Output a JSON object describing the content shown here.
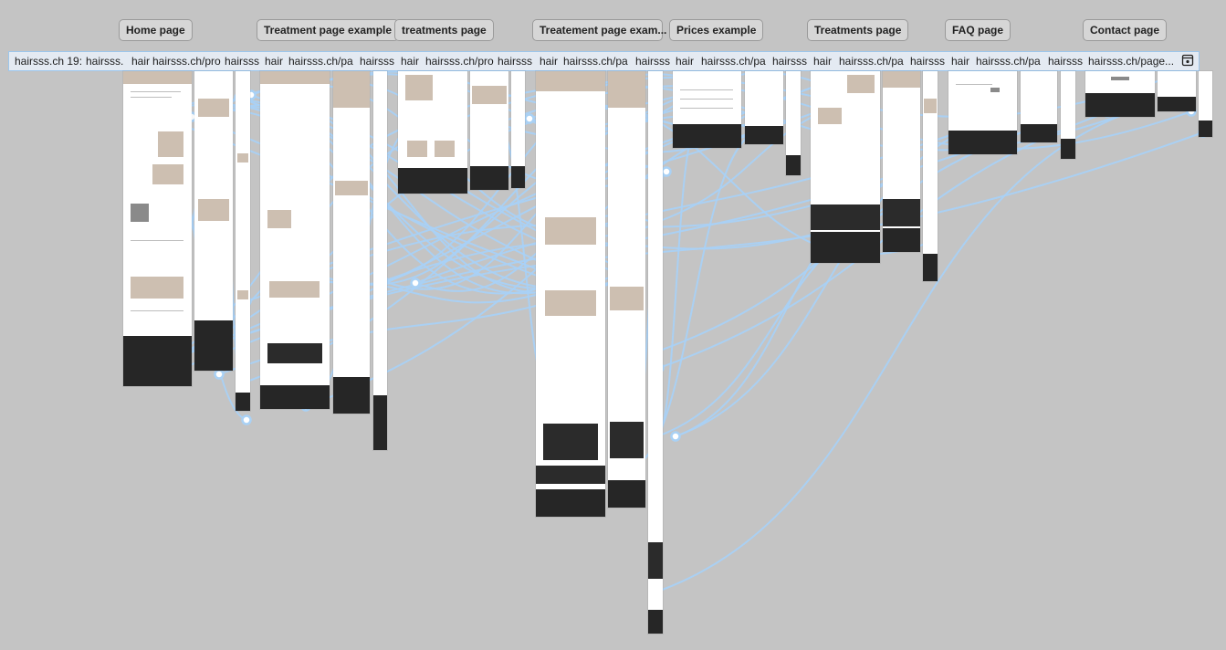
{
  "canvas": {
    "background": "#c4c4c4",
    "link_color": "#a9d1f5"
  },
  "section_labels": [
    "Home page",
    "Treatment page example",
    "treatments page",
    "Treatement page exam...",
    "Prices example",
    "Treatments page",
    "FAQ page",
    "Contact page"
  ],
  "frame_titles": [
    "hairsss.ch 19:",
    "hairsss.",
    "hair",
    "hairsss.ch/pro",
    "hairsss",
    "hair",
    "hairsss.ch/pa",
    "hairsss",
    "hair",
    "hairsss.ch/pro",
    "hairsss",
    "hair",
    "hairsss.ch/pa",
    "hairsss",
    "hair",
    "hairsss.ch/pa",
    "hairsss",
    "hair",
    "hairsss.ch/pa",
    "hairsss",
    "hair",
    "hairsss.ch/pa",
    "hairsss",
    "hairsss.ch/page..."
  ],
  "icons": {
    "frame_settings": "frame-settings-icon"
  }
}
